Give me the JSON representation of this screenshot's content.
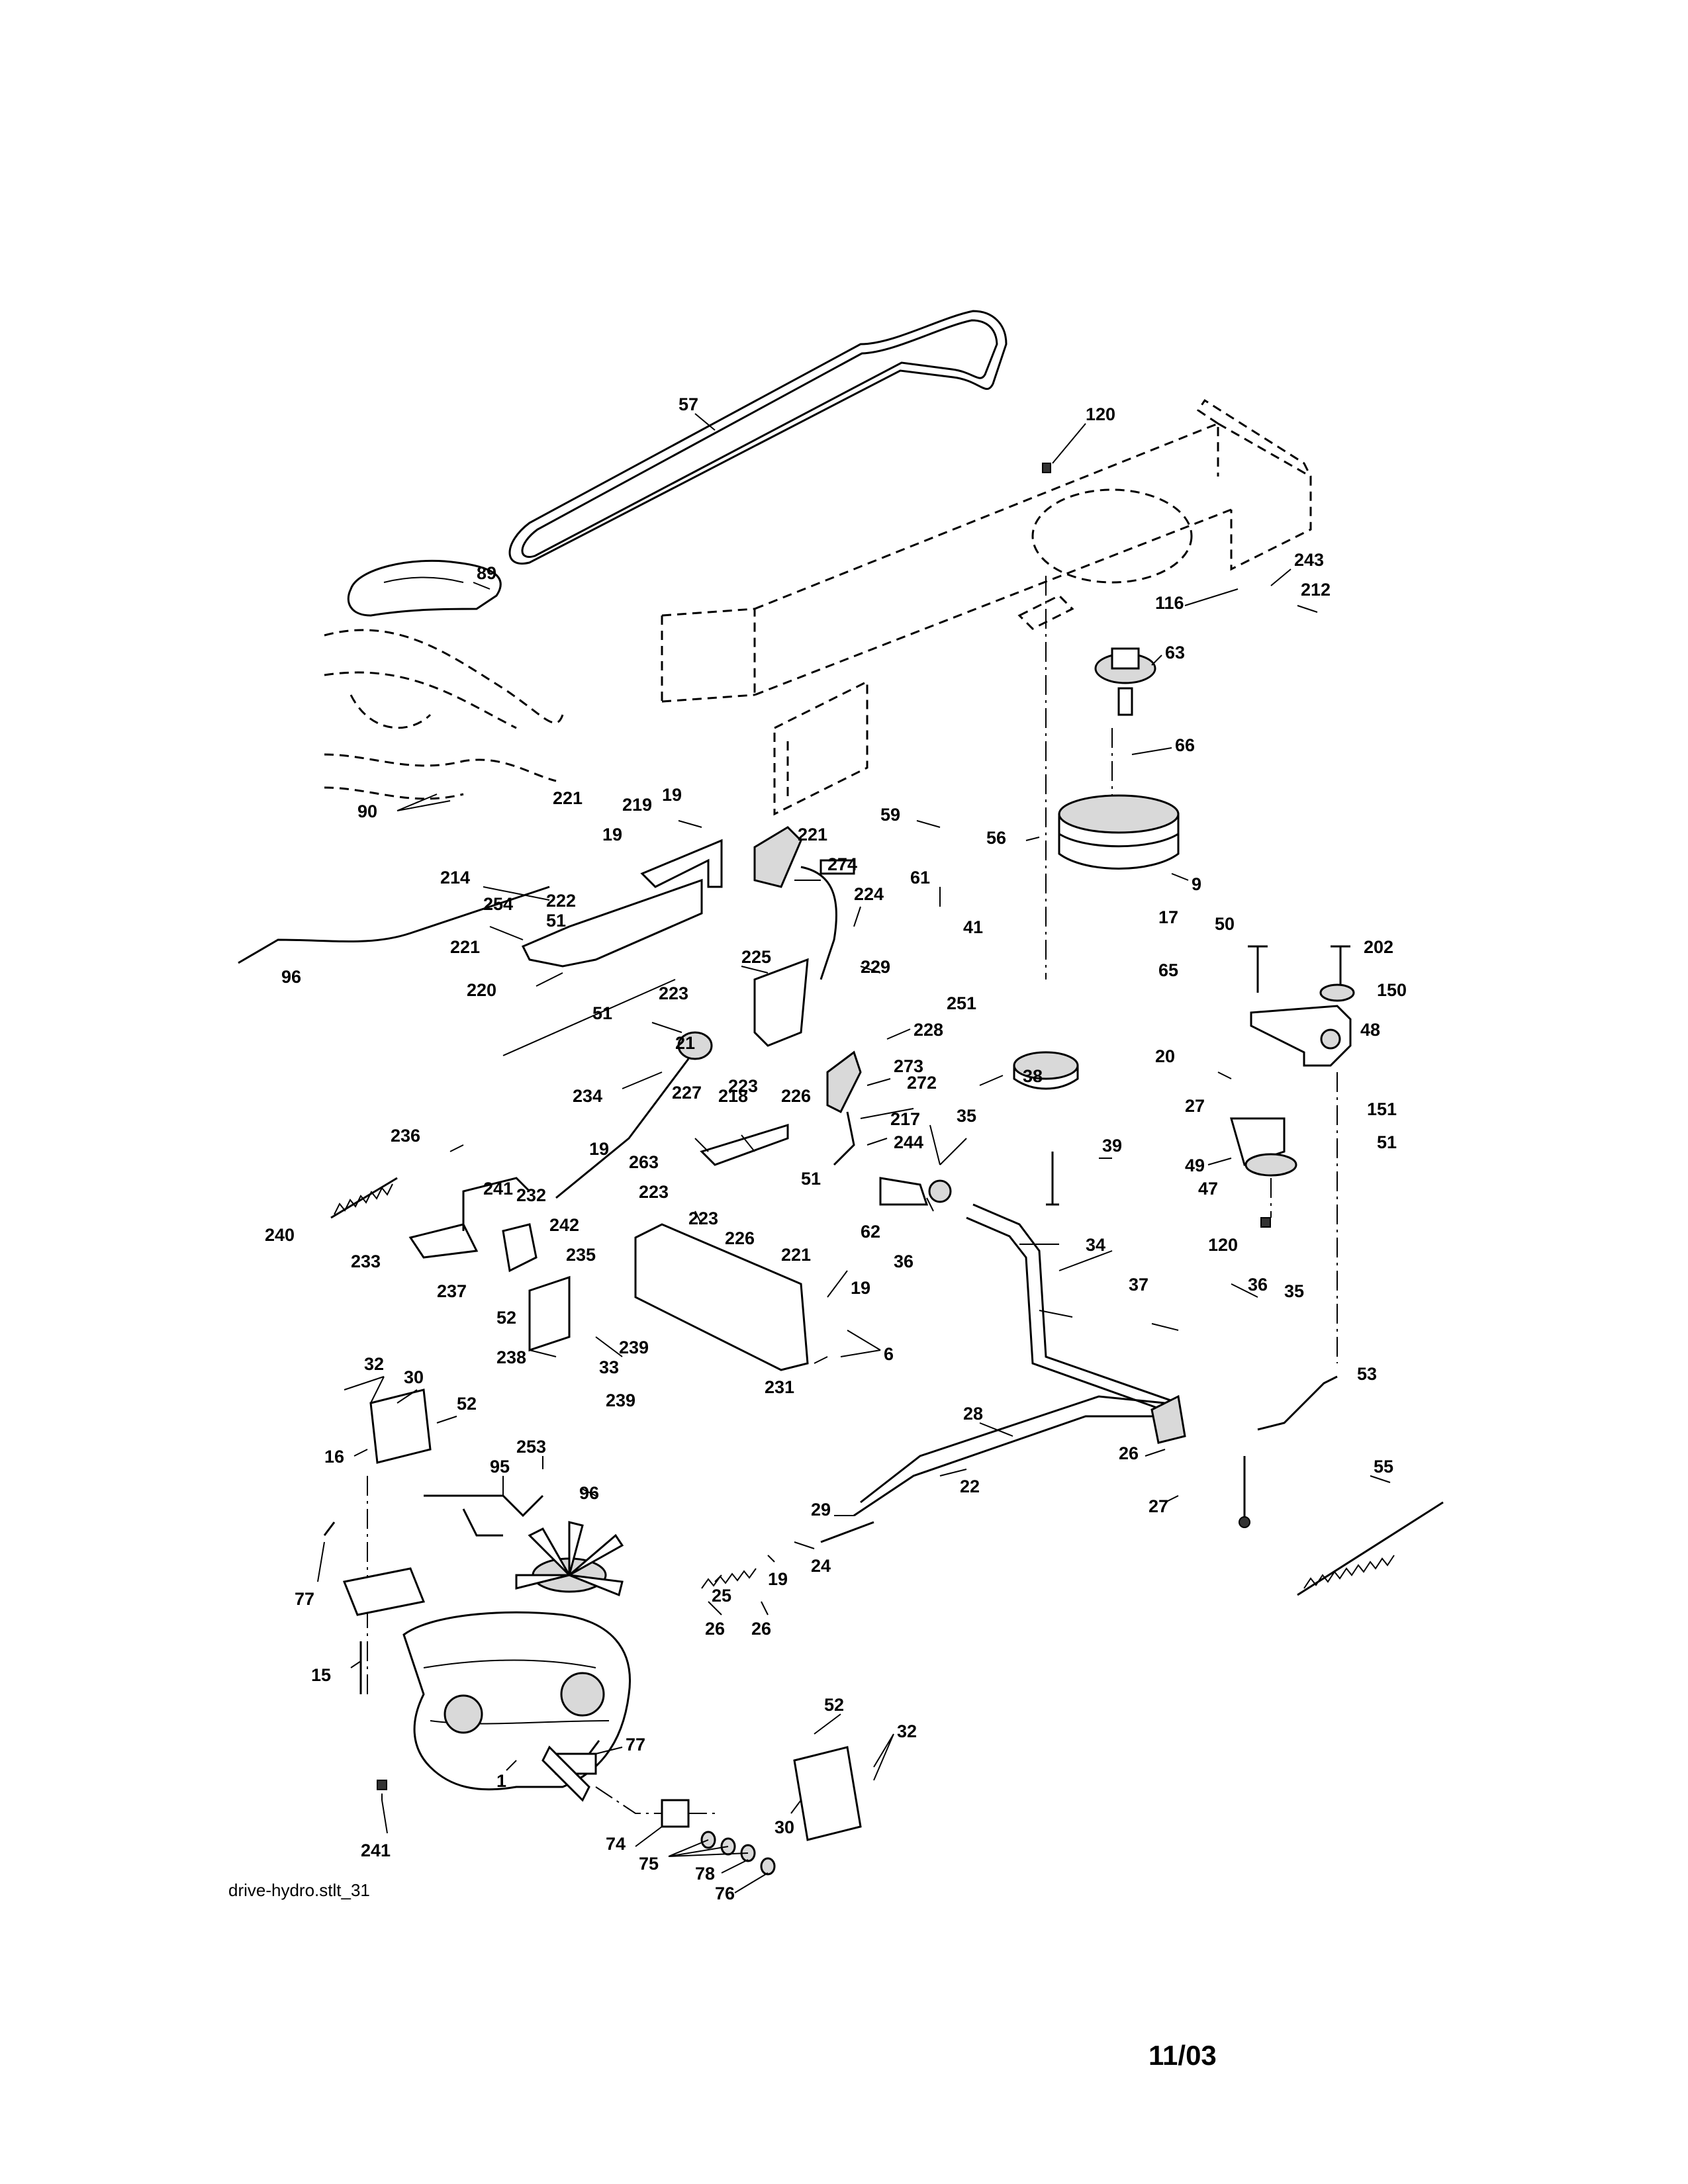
{
  "caption": "drive-hydro.stlt_31",
  "date": "11/03",
  "labels": [
    "57",
    "120",
    "89",
    "243",
    "116",
    "212",
    "63",
    "66",
    "59",
    "90",
    "19",
    "219",
    "221",
    "221",
    "56",
    "19",
    "61",
    "9",
    "214",
    "254",
    "222",
    "274",
    "224",
    "51",
    "221",
    "96",
    "220",
    "225",
    "229",
    "17",
    "41",
    "50",
    "202",
    "150",
    "223",
    "251",
    "51",
    "65",
    "228",
    "48",
    "21",
    "223",
    "273",
    "272",
    "226",
    "20",
    "38",
    "234",
    "227",
    "218",
    "217",
    "27",
    "19",
    "236",
    "263",
    "244",
    "35",
    "151",
    "51",
    "223",
    "49",
    "223",
    "51",
    "241",
    "232",
    "62",
    "39",
    "240",
    "226",
    "47",
    "120",
    "233",
    "36",
    "242",
    "34",
    "235",
    "221",
    "237",
    "19",
    "37",
    "36",
    "35",
    "52",
    "239",
    "238",
    "33",
    "231",
    "6",
    "239",
    "32",
    "30",
    "53",
    "52",
    "28",
    "253",
    "16",
    "95",
    "26",
    "96",
    "22",
    "27",
    "55",
    "29",
    "19",
    "24",
    "77",
    "25",
    "26",
    "26",
    "15",
    "52",
    "32",
    "77",
    "1",
    "30",
    "74",
    "75",
    "78",
    "76",
    "241"
  ]
}
